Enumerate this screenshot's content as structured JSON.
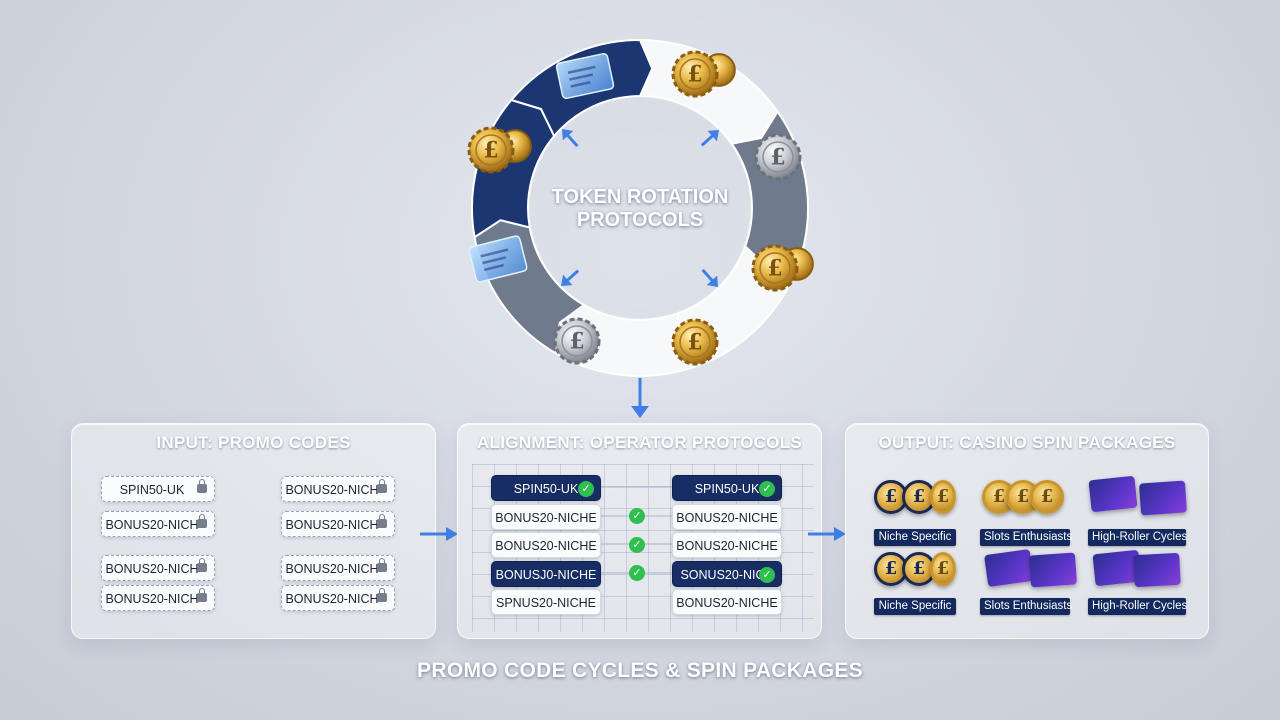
{
  "cycle": {
    "title": "TOKEN ROTATION PROTOCOLS",
    "currency_symbol": "£"
  },
  "input_panel": {
    "title": "INPUT: PROMO CODES",
    "codes": [
      "SPIN50-UK",
      "BONUS20-NICH",
      "BONUS20-NICH",
      "BONUS20-NICH",
      "BONUS20-NICH",
      "BONUS20-NICH",
      "BONUS20-NICH",
      "BONUS20-NICH"
    ]
  },
  "alignment_panel": {
    "title": "ALIGNMENT: OPERATOR PROTOCOLS",
    "left_codes": [
      "SPIN50-UK",
      "BONUS20-NICHE",
      "BONUS20-NICHE",
      "BONUSJ0-NICHE",
      "SPNUS20-NICHE"
    ],
    "right_codes": [
      "SPIN50-UK",
      "BONUS20-NICHE",
      "BONUS20-NICHE",
      "SONUS20-NICH",
      "BONUS20-NICHE"
    ]
  },
  "output_panel": {
    "title": "OUTPUT: CASINO SPIN PACKAGES",
    "labels": [
      "Niche Specific",
      "Slots Enthusiasts",
      "High-Roller Cycles",
      "Niche Specific",
      "Slots Enthusiasts",
      "High-Roller Cycles"
    ]
  },
  "footer": {
    "title": "PROMO CODE CYCLES & SPIN PACKAGES"
  },
  "colors": {
    "navy": "#1c3672",
    "slate": "#6f7a8d",
    "white_segment": "#f7f8fa",
    "arrow_blue": "#3f7fe6",
    "check_green": "#2fbf4e"
  }
}
